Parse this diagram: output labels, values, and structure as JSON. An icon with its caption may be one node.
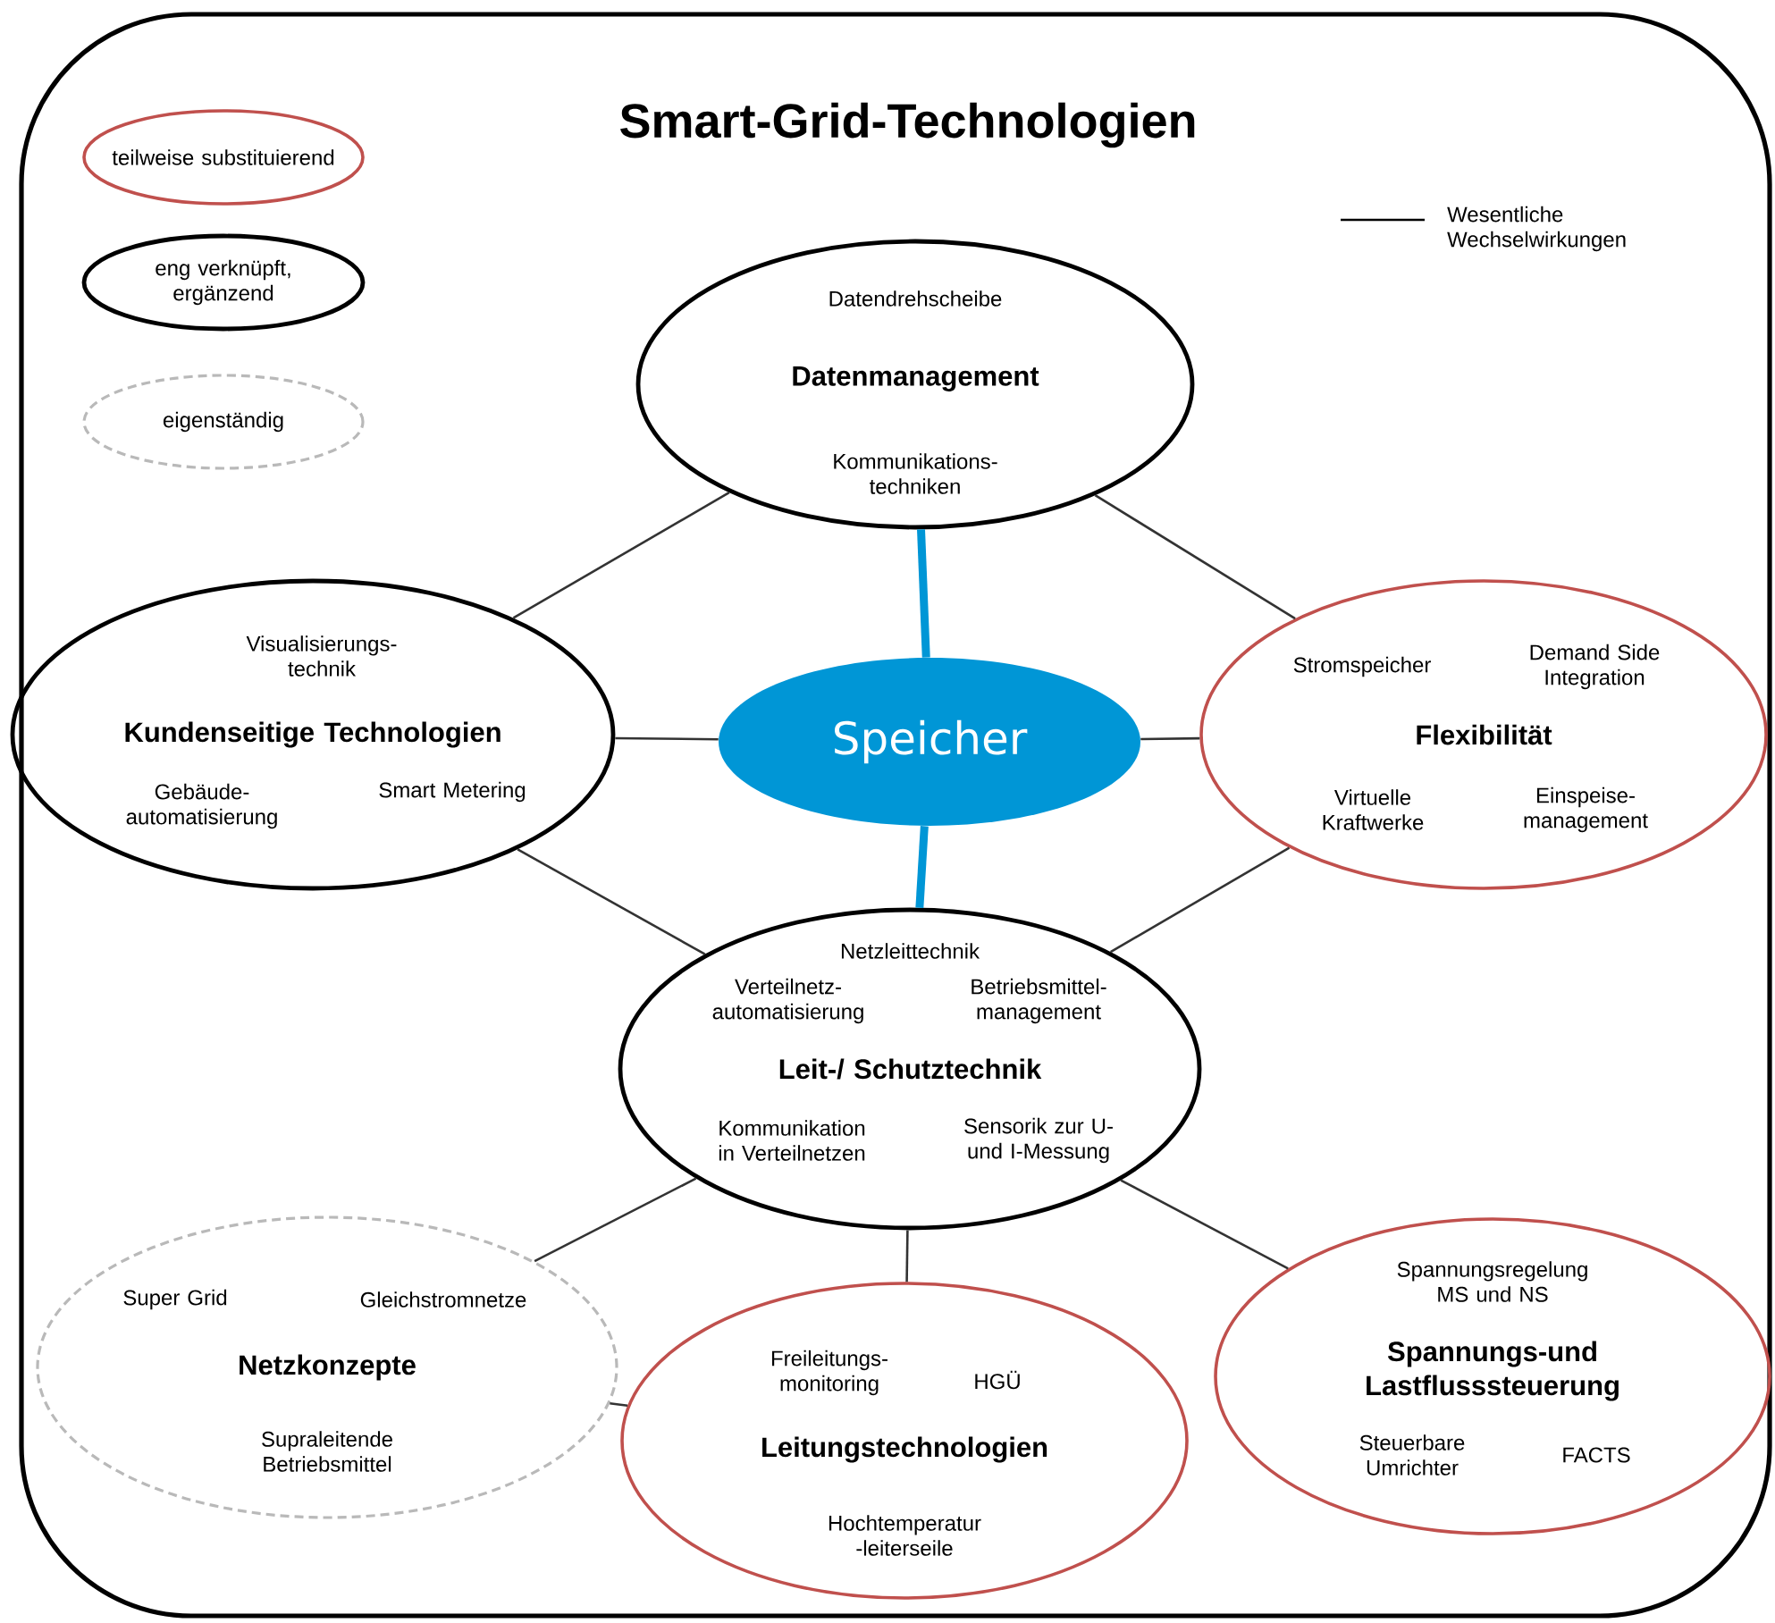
{
  "diagram": {
    "title": "Smart-Grid-Technologien",
    "nodes": [
      {
        "text": [
          "Datendrehscheibe",
          "Datenmanagement",
          "Kommunikations- techniken"
        ]
      },
      {
        "text": [
          "Visualisierungs- technik",
          "Kundenseitige Technologien",
          "Gebäude- automatisierung",
          "Smart Metering"
        ]
      },
      {
        "text": [
          "Speicher"
        ]
      },
      {
        "text": [
          "Stromspeicher",
          "Demand Side Integration",
          "Flexibilität",
          "Virtuelle Kraftwerke",
          "Einspeise- management"
        ]
      },
      {
        "text": [
          "Netzleittechnik",
          "Verteilnetz- automatisierung",
          "Betriebsmittel- management",
          "Leit-/ Schutztechnik",
          "Kommunikation in Verteilnetzen",
          "Sensorik zur U- und I-Messung"
        ]
      },
      {
        "text": [
          "Super Grid",
          "Gleichstromnetze",
          "Netzkonzepte",
          "Supraleitende Betriebsmittel"
        ]
      },
      {
        "text": [
          "Freileitungs- monitoring",
          "HGÜ",
          "Leitungstechnologien",
          "Hochtemperatur -leiterseile"
        ]
      },
      {
        "text": [
          "Spannungsregelung MS und NS",
          "Spannungs-und Lastflusssteuerung",
          "Steuerbare Umrichter",
          "FACTS"
        ]
      }
    ],
    "edges": [
      {
        "from": 0,
        "to": 1,
        "arrow": "none"
      },
      {
        "from": 0,
        "to": 3,
        "arrow": "none"
      },
      {
        "from": 0,
        "to": 2,
        "arrow": "none",
        "style": "thick",
        "color": "#0096d6"
      },
      {
        "from": 1,
        "to": 2,
        "arrow": "none"
      },
      {
        "from": 2,
        "to": 3,
        "arrow": "none"
      },
      {
        "from": 2,
        "to": 4,
        "arrow": "none",
        "style": "thick",
        "color": "#0096d6"
      },
      {
        "from": 1,
        "to": 4,
        "arrow": "none"
      },
      {
        "from": 3,
        "to": 4,
        "arrow": "none"
      },
      {
        "from": 4,
        "to": 5,
        "arrow": "none"
      },
      {
        "from": 4,
        "to": 6,
        "arrow": "none"
      },
      {
        "from": 4,
        "to": 7,
        "arrow": "none"
      },
      {
        "from": 5,
        "to": 6,
        "arrow": "none"
      }
    ],
    "legend": [
      {
        "text": "teilweise substituierend"
      },
      {
        "text": "eng verknüpft, ergänzend"
      },
      {
        "text": "eigenständig"
      },
      {
        "text": "Wesentliche Wechselwirkungen"
      }
    ]
  }
}
